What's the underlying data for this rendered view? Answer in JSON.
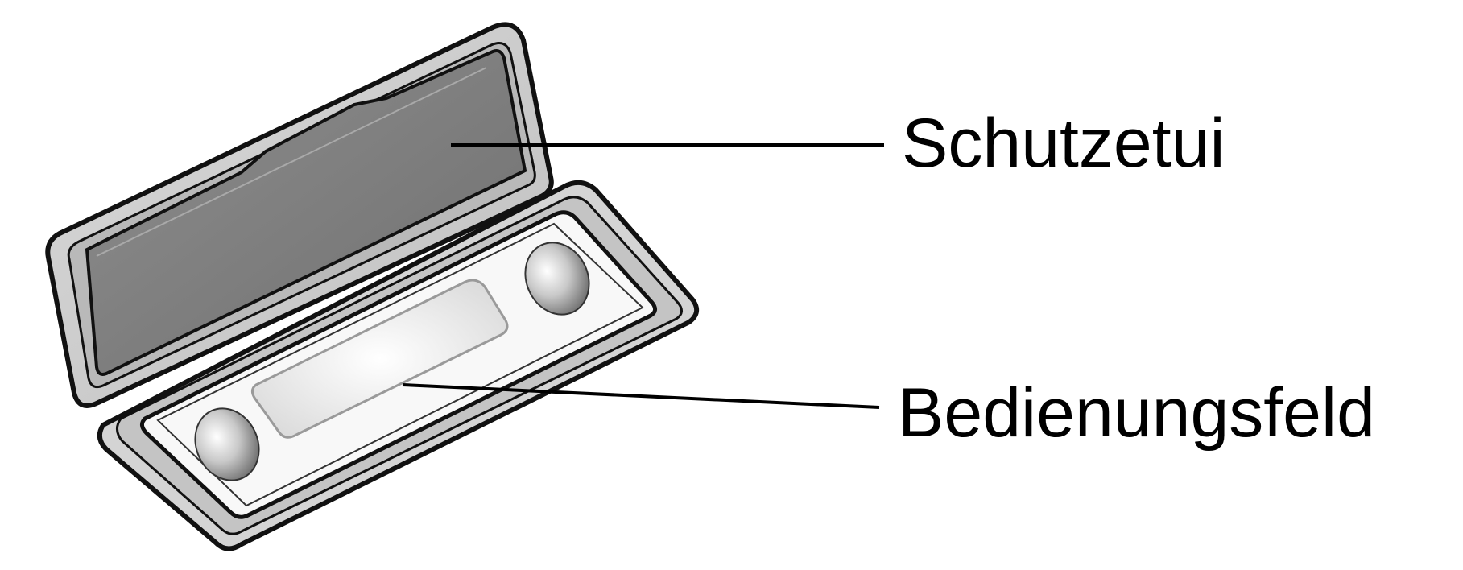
{
  "labels": {
    "case": "Schutzetui",
    "panel": "Bedienungsfeld"
  },
  "colors": {
    "outline": "#111111",
    "lid_body": "#cfcfcf",
    "lid_window": "#7f7f7f",
    "tray_rim": "#d6d6d6",
    "tray_inner": "#f7f7f7",
    "knob": "#a8a8a8",
    "leader_line": "#000000"
  },
  "icons": {
    "case": "detachable-panel-case-illustration"
  }
}
